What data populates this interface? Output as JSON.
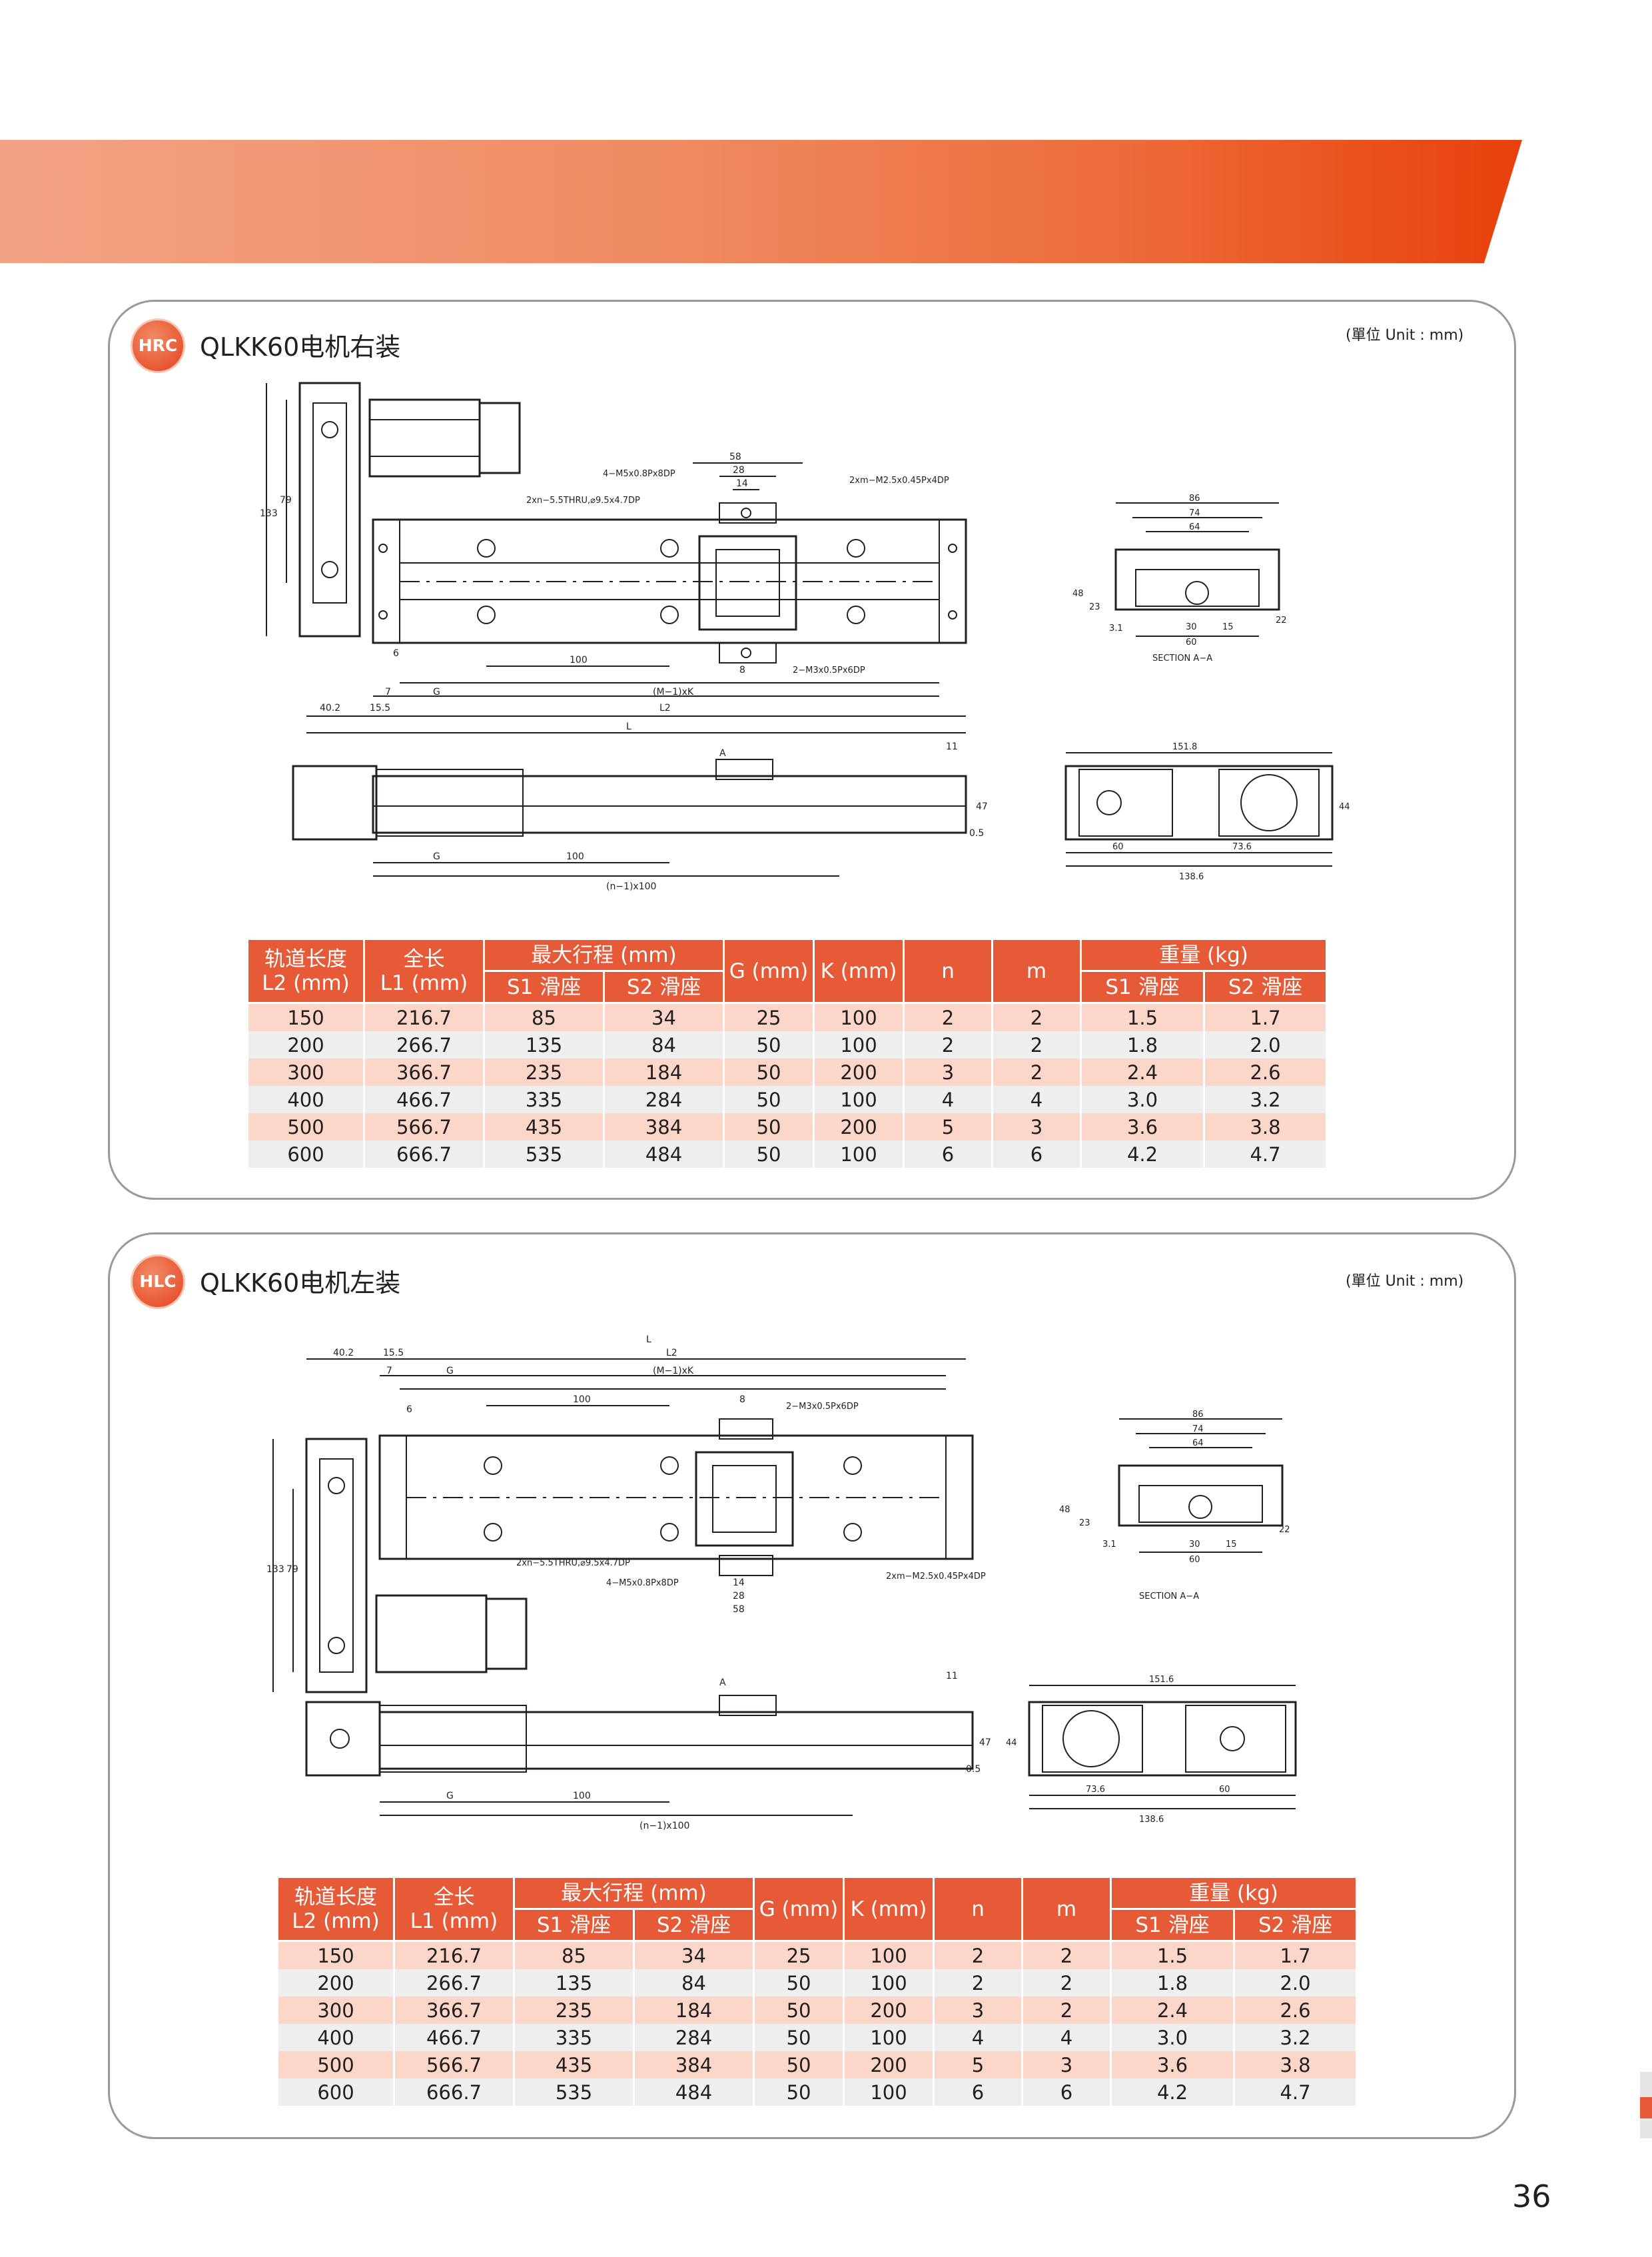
{
  "page_number": "36",
  "colors": {
    "accent": "#e65a37",
    "row_odd": "#fbd6c9",
    "row_even": "#eeeeee"
  },
  "sections": [
    {
      "badge": "HRC",
      "title": "QLKK60电机右装",
      "unit_note": "(單位 Unit : mm)",
      "drawing_labels": {
        "d58": "58",
        "d28": "28",
        "d14": "14",
        "callout_m5": "4−M5x0.8Px8DP",
        "callout_thru": "2xn−5.5THRU,⌀9.5x4.7DP",
        "callout_m25": "2xm−M2.5x0.45Px4DP",
        "callout_m3": "2−M3x0.5Px6DP",
        "d133": "133",
        "d79": "79",
        "d6": "6",
        "d8": "8",
        "d100": "100",
        "d7": "7",
        "G": "G",
        "mk": "(M−1)xK",
        "d402": "40.2",
        "d155": "15.5",
        "L2": "L2",
        "L": "L",
        "A": "A",
        "d11": "11",
        "d47": "47",
        "d05": "0.5",
        "nx100": "(n−1)x100",
        "d86": "86",
        "d74": "74",
        "d64": "64",
        "d48": "48",
        "d23": "23",
        "d22": "22",
        "d15": "15",
        "d31": "3.1",
        "d30": "30",
        "d60": "60",
        "section": "SECTION A−A",
        "d1518": "151.8",
        "d44": "44",
        "d736": "73.6",
        "d1386": "138.6"
      }
    },
    {
      "badge": "HLC",
      "title": "QLKK60电机左装",
      "unit_note": "(單位 Unit : mm)",
      "drawing_labels": {
        "d58": "58",
        "d28": "28",
        "d14": "14",
        "callout_m5": "4−M5x0.8Px8DP",
        "callout_thru": "2xn−5.5THRU,⌀9.5x4.7DP",
        "callout_m25": "2xm−M2.5x0.45Px4DP",
        "callout_m3": "2−M3x0.5Px6DP",
        "d133": "133",
        "d79": "79",
        "d6": "6",
        "d8": "8",
        "d100": "100",
        "d7": "7",
        "G": "G",
        "mk": "(M−1)xK",
        "d402": "40.2",
        "d155": "15.5",
        "L2": "L2",
        "L": "L",
        "A": "A",
        "d11": "11",
        "d47": "47",
        "d05": "0.5",
        "nx100": "(n−1)x100",
        "d86": "86",
        "d74": "74",
        "d64": "64",
        "d48": "48",
        "d23": "23",
        "d22": "22",
        "d15": "15",
        "d31": "3.1",
        "d30": "30",
        "d60": "60",
        "section": "SECTION A−A",
        "d1516": "151.6",
        "d44": "44",
        "d736": "73.6",
        "d1386": "138.6"
      }
    }
  ],
  "table": {
    "headers": {
      "rail_length": "轨道长度",
      "rail_length_unit": "L2 (mm)",
      "total_length": "全长",
      "total_length_unit": "L1 (mm)",
      "max_stroke": "最大行程 (mm)",
      "s1": "S1 滑座",
      "s2": "S2 滑座",
      "g": "G (mm)",
      "k": "K (mm)",
      "n": "n",
      "m": "m",
      "weight": "重量 (kg)"
    },
    "rows": [
      [
        "150",
        "216.7",
        "85",
        "34",
        "25",
        "100",
        "2",
        "2",
        "1.5",
        "1.7"
      ],
      [
        "200",
        "266.7",
        "135",
        "84",
        "50",
        "100",
        "2",
        "2",
        "1.8",
        "2.0"
      ],
      [
        "300",
        "366.7",
        "235",
        "184",
        "50",
        "200",
        "3",
        "2",
        "2.4",
        "2.6"
      ],
      [
        "400",
        "466.7",
        "335",
        "284",
        "50",
        "100",
        "4",
        "4",
        "3.0",
        "3.2"
      ],
      [
        "500",
        "566.7",
        "435",
        "384",
        "50",
        "200",
        "5",
        "3",
        "3.6",
        "3.8"
      ],
      [
        "600",
        "666.7",
        "535",
        "484",
        "50",
        "100",
        "6",
        "6",
        "4.2",
        "4.7"
      ]
    ]
  }
}
